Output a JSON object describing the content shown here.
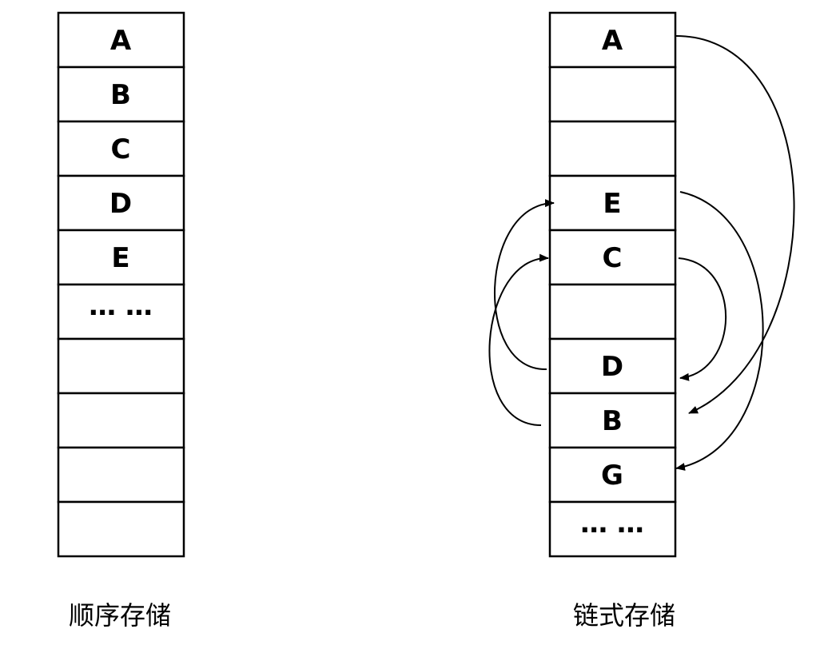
{
  "sequential": {
    "cells": [
      "A",
      "B",
      "C",
      "D",
      "E",
      "… …",
      "",
      "",
      "",
      ""
    ],
    "caption": "顺序存储"
  },
  "linked": {
    "cells": [
      "A",
      "",
      "",
      "E",
      "C",
      "",
      "D",
      "B",
      "G",
      "… …"
    ],
    "caption": "链式存储",
    "links": [
      {
        "from": "A",
        "to": "B"
      },
      {
        "from": "B",
        "to": "C"
      },
      {
        "from": "C",
        "to": "D"
      },
      {
        "from": "D",
        "to": "E"
      },
      {
        "from": "E",
        "to": "G"
      }
    ]
  },
  "colors": {
    "stroke": "#000000",
    "background": "#ffffff"
  }
}
